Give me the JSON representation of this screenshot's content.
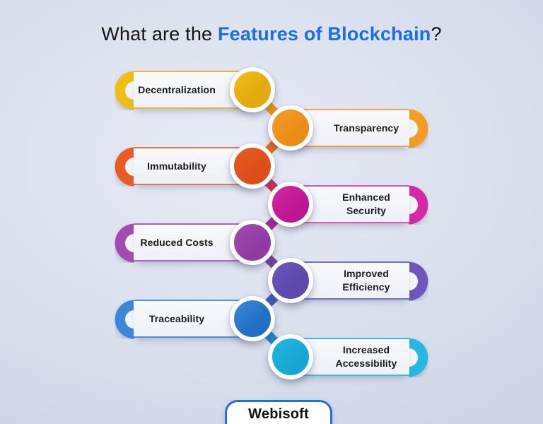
{
  "title": {
    "prefix": "What are the ",
    "highlight": "Features of Blockchain",
    "suffix": "?",
    "highlight_color": "#1b6ee8"
  },
  "features": {
    "items": [
      {
        "label": "Decentralization",
        "side": "left",
        "color": "#e3a90f",
        "cap_color": "#f0bc16",
        "border_color": "#e9b53b"
      },
      {
        "label": "Transparency",
        "side": "right",
        "color": "#ec8c17",
        "cap_color": "#f59d23",
        "border_color": "#f0a448"
      },
      {
        "label": "Immutability",
        "side": "left",
        "color": "#dc4e1a",
        "cap_color": "#e85c22",
        "border_color": "#e77747"
      },
      {
        "label": "Enhanced Security",
        "side": "right",
        "color": "#be1692",
        "cap_color": "#d428a4",
        "border_color": "#d655b0"
      },
      {
        "label": "Reduced Costs",
        "side": "left",
        "color": "#903ba1",
        "cap_color": "#a44bb3",
        "border_color": "#ae66bc"
      },
      {
        "label": "Improved Efficiency",
        "side": "right",
        "color": "#5c49aa",
        "cap_color": "#6d57be",
        "border_color": "#7e69c4"
      },
      {
        "label": "Traceability",
        "side": "left",
        "color": "#2270c3",
        "cap_color": "#3d87d8",
        "border_color": "#4f8fd9"
      },
      {
        "label": "Increased Accessibility",
        "side": "right",
        "color": "#16a6d1",
        "cap_color": "#25b8e4",
        "border_color": "#45b6dd"
      }
    ]
  },
  "footer": {
    "brand": "Webisoft",
    "border_color": "#2b6be0"
  }
}
